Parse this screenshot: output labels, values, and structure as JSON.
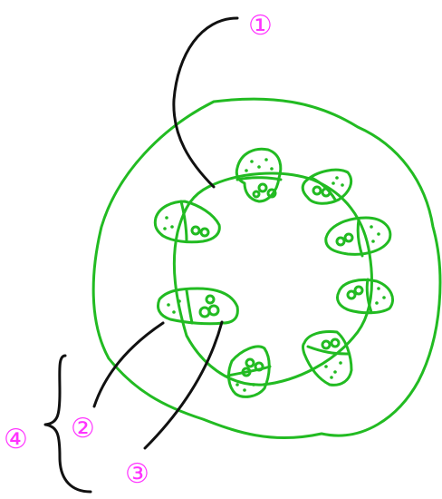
{
  "labels": {
    "l1": "①",
    "l2": "②",
    "l3": "③",
    "l4": "④"
  },
  "colors": {
    "stem_outline": "#22bb22",
    "leader_lines": "#111111",
    "label_text": "#ff33ff"
  }
}
